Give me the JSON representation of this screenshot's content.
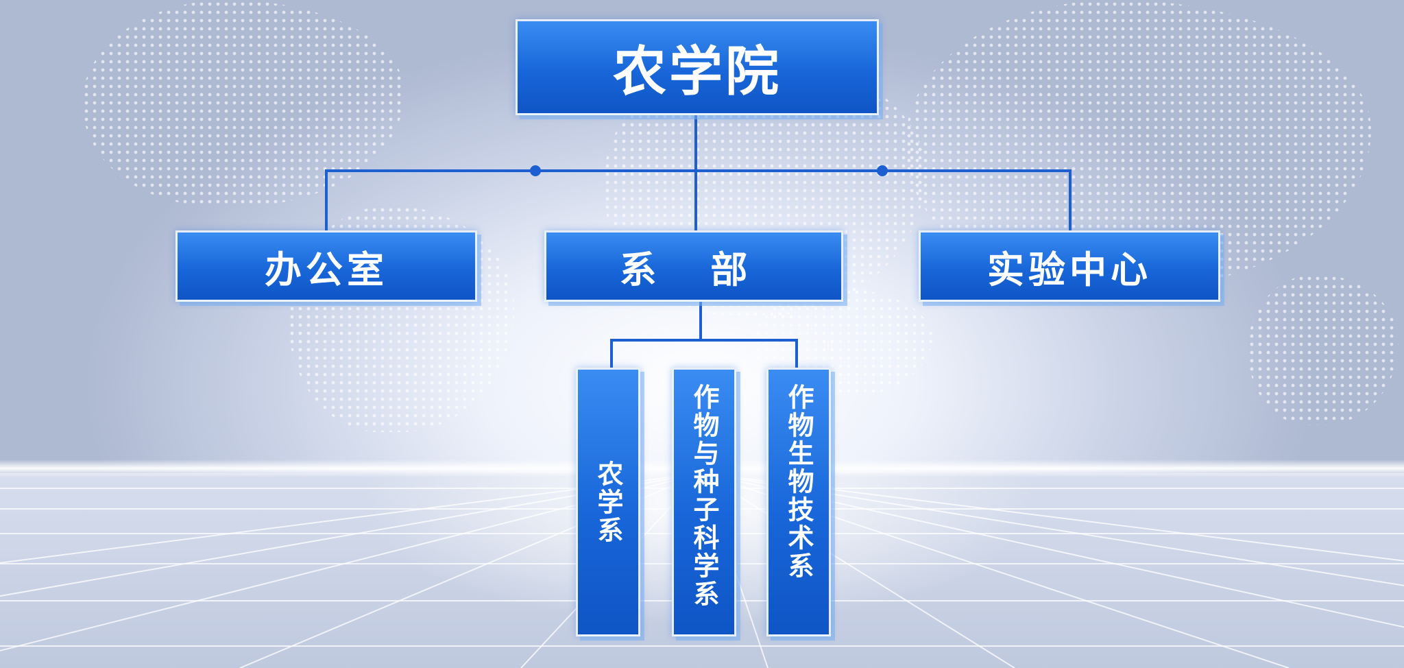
{
  "root": {
    "label": "农学院"
  },
  "level1": [
    {
      "label": "办公室"
    },
    {
      "label": "系 部"
    },
    {
      "label": "实验中心"
    }
  ],
  "departments": [
    {
      "label": "农学系"
    },
    {
      "label": "作物与种子科学系"
    },
    {
      "label": "作物生物技术系"
    }
  ],
  "colors": {
    "box": "#1866d9",
    "line": "#1d5fd0",
    "text": "#ffffff"
  }
}
